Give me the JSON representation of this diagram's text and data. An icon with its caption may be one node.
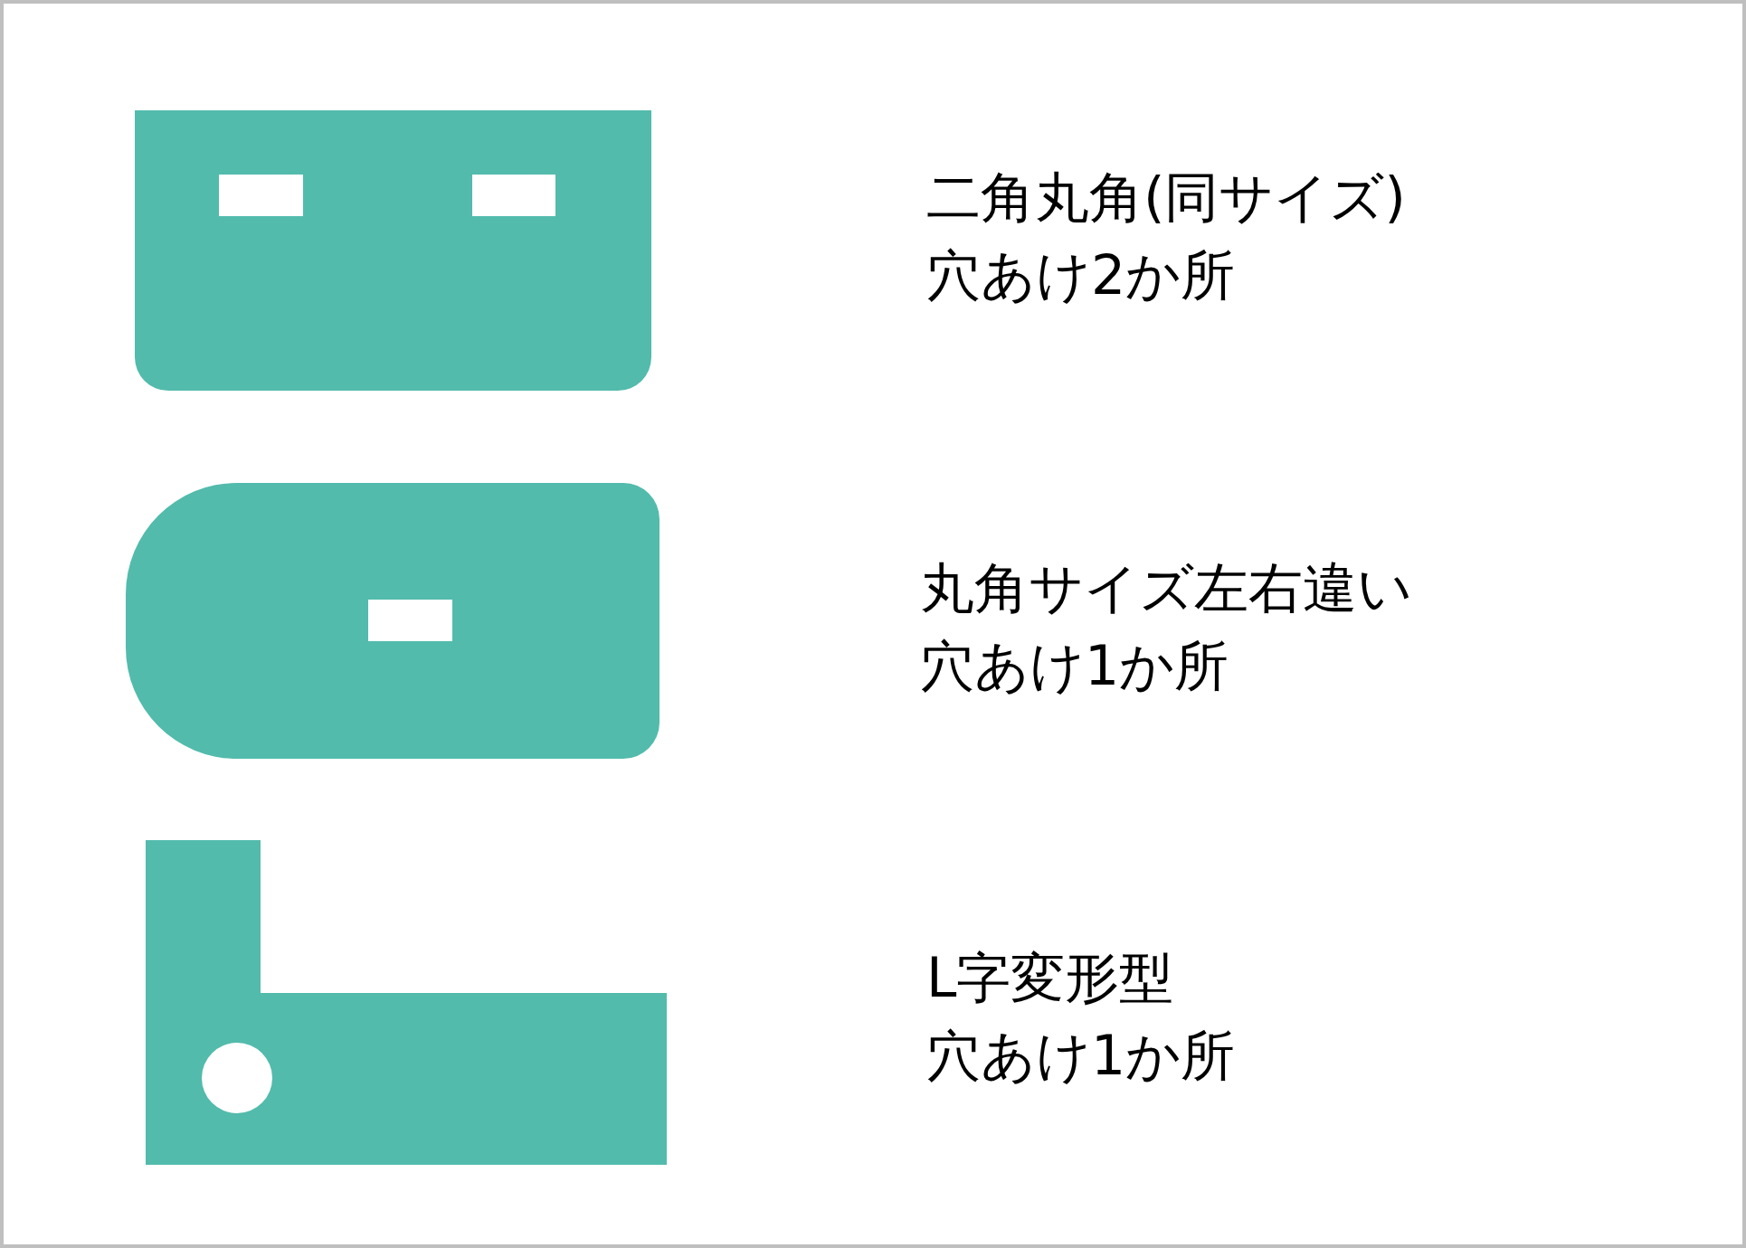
{
  "diagram": {
    "labels": [
      "二角丸角(同サイズ)",
      "穴あけ2か所",
      "丸角サイズ左右違い",
      "穴あけ1か所",
      "L字変形型",
      "穴あけ1か所"
    ]
  }
}
